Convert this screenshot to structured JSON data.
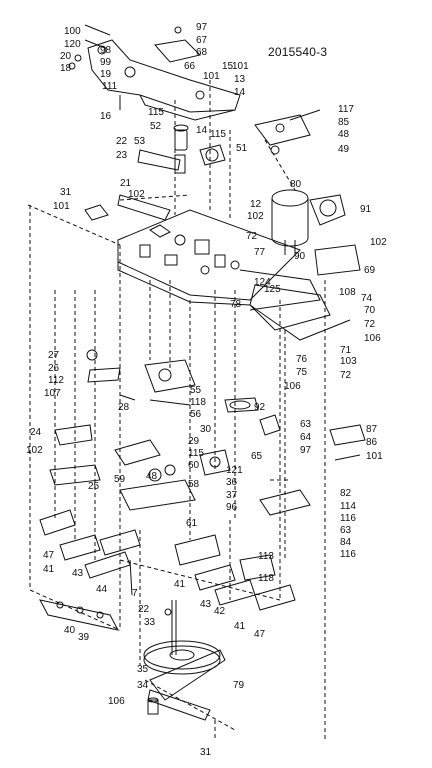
{
  "document_number": "2015540-3",
  "callouts": [
    "100",
    "120",
    "20",
    "18",
    "98",
    "99",
    "19",
    "111",
    "16",
    "97",
    "67",
    "68",
    "66",
    "101",
    "15",
    "101",
    "13",
    "14",
    "115",
    "52",
    "14",
    "115",
    "51",
    "117",
    "85",
    "48",
    "49",
    "22",
    "53",
    "23",
    "31",
    "101",
    "21",
    "102",
    "12",
    "102",
    "72",
    "80",
    "91",
    "77",
    "90",
    "102",
    "69",
    "124",
    "125",
    "108",
    "74",
    "78",
    "70",
    "72",
    "106",
    "71",
    "76",
    "75",
    "103",
    "72",
    "106",
    "27",
    "26",
    "112",
    "107",
    "28",
    "55",
    "118",
    "56",
    "92",
    "24",
    "102",
    "25",
    "30",
    "29",
    "115",
    "60",
    "63",
    "64",
    "97",
    "65",
    "121",
    "87",
    "86",
    "101",
    "59",
    "48",
    "58",
    "36",
    "37",
    "96",
    "82",
    "114",
    "116",
    "63",
    "84",
    "116",
    "61",
    "47",
    "41",
    "43",
    "44",
    "7",
    "113",
    "118",
    "41",
    "43",
    "42",
    "41",
    "47",
    "40",
    "39",
    "22",
    "33",
    "79",
    "35",
    "34",
    "106",
    "31"
  ]
}
